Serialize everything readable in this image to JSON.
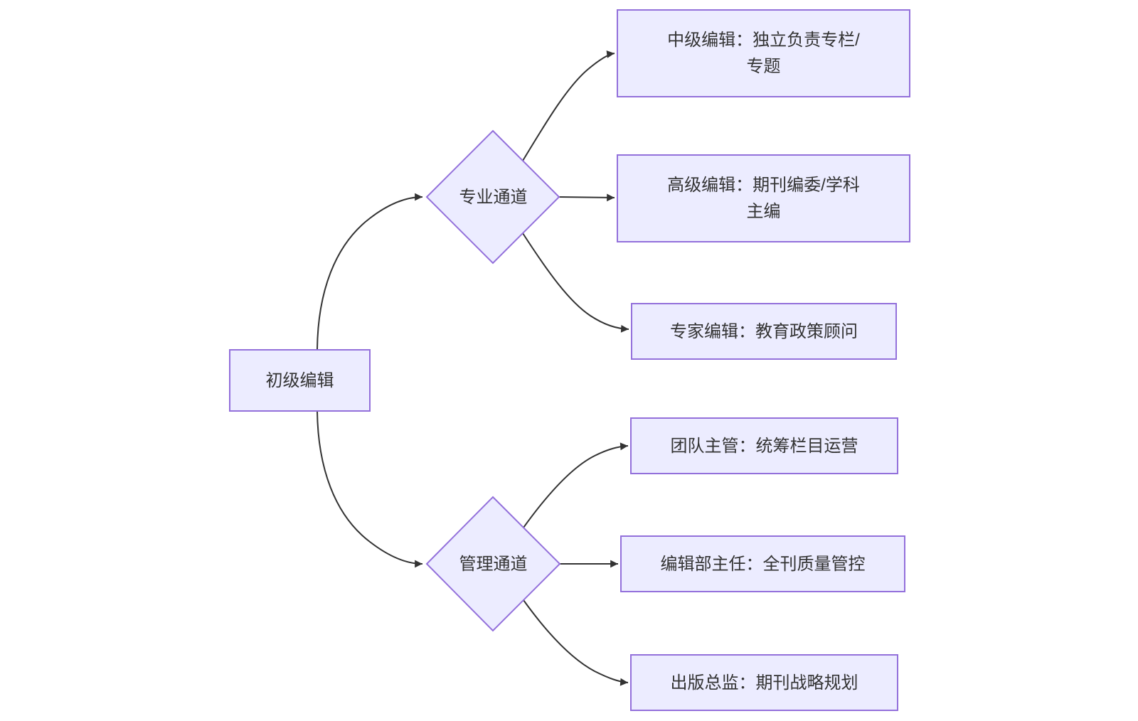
{
  "colors": {
    "node_fill": "#ECECFF",
    "node_border": "#9370DB",
    "edge": "#333333",
    "text": "#333333",
    "background": "#FFFFFF"
  },
  "flowchart": {
    "root": {
      "label": "初级编辑"
    },
    "channels": {
      "professional": {
        "label": "专业通道"
      },
      "management": {
        "label": "管理通道"
      }
    },
    "professional_roles": [
      {
        "label": "中级编辑：独立负责专栏/专题",
        "line1": "中级编辑：独立负责专栏/",
        "line2": "专题"
      },
      {
        "label": "高级编辑：期刊编委/学科主编",
        "line1": "高级编辑：期刊编委/学科",
        "line2": "主编"
      },
      {
        "label": "专家编辑：教育政策顾问"
      }
    ],
    "management_roles": [
      {
        "label": "团队主管：统筹栏目运营"
      },
      {
        "label": "编辑部主任：全刊质量管控"
      },
      {
        "label": "出版总监：期刊战略规划"
      }
    ],
    "edges": [
      {
        "from": "初级编辑",
        "to": "专业通道"
      },
      {
        "from": "初级编辑",
        "to": "管理通道"
      },
      {
        "from": "专业通道",
        "to": "中级编辑：独立负责专栏/专题"
      },
      {
        "from": "专业通道",
        "to": "高级编辑：期刊编委/学科主编"
      },
      {
        "from": "专业通道",
        "to": "专家编辑：教育政策顾问"
      },
      {
        "from": "管理通道",
        "to": "团队主管：统筹栏目运营"
      },
      {
        "from": "管理通道",
        "to": "编辑部主任：全刊质量管控"
      },
      {
        "from": "管理通道",
        "to": "出版总监：期刊战略规划"
      }
    ]
  }
}
